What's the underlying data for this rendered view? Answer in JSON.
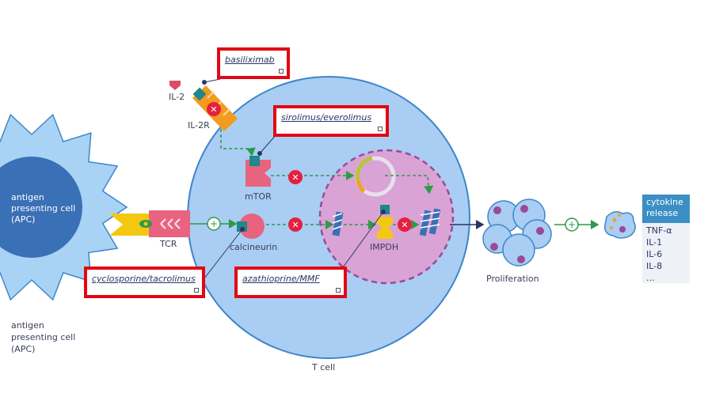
{
  "labels": {
    "il2": "IL-2",
    "il2r": "IL-2R",
    "mtor": "mTOR",
    "tcr": "TCR",
    "calcineurin": "calcineurin",
    "impdh": "IMPDH",
    "proliferation": "Proliferation",
    "tcell": "T cell",
    "apc_inner": "antigen presenting cell (APC)",
    "apc_outer": "antigen presenting cell (APC)"
  },
  "drugs": {
    "basiliximab": "basiliximab",
    "sirolimus": "sirolimus/everolimus",
    "cyclosporine": "cyclosporine/tacrolimus",
    "azathioprine": "azathioprine/MMF"
  },
  "cytokine": {
    "title": "cytokine release",
    "items": [
      "TNF-α",
      "IL-1",
      "IL-6",
      "IL-8",
      "..."
    ]
  },
  "symbols": {
    "block": "✕",
    "activate": "+"
  },
  "colors": {
    "apc_spiky": "#a9d3f5",
    "apc_core": "#3a70b5",
    "tcell": "#a9cdf3",
    "tcell_border": "#3e86c9",
    "nucleus": "#d9a3d6",
    "nucleus_border": "#9a4a98",
    "block": "#e5203f",
    "highlight": "#e30613",
    "arrow": "#2e9a48",
    "teal": "#1f8888",
    "pink": "#e8637f",
    "yellow": "#f4c811"
  }
}
